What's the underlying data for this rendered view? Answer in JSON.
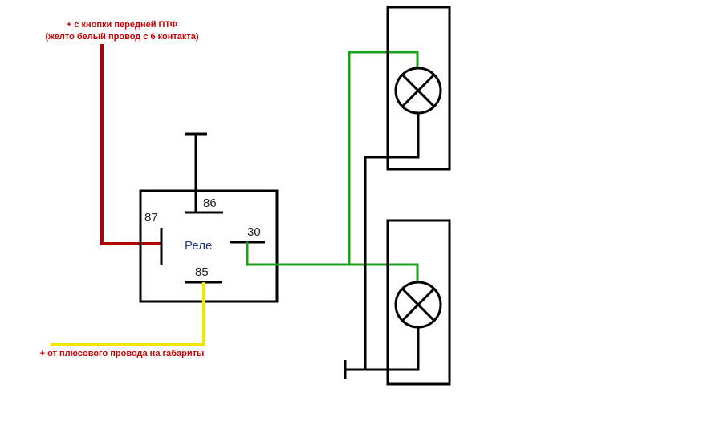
{
  "labels": {
    "top_line1": "+ с кнопки передней ПТФ",
    "top_line2": "(желто белый провод с 6 контакта)",
    "bottom_line": "+ от плюсового провода на габариты"
  },
  "relay": {
    "name": "Реле",
    "pin86": "86",
    "pin87": "87",
    "pin30": "30",
    "pin85": "85"
  },
  "colors": {
    "frame": "#000000",
    "red_wire": "#b30000",
    "green_wire": "#1aa01a",
    "yellow_wire": "#f2e600",
    "label_red": "#cc0000",
    "relay_text": "#1f3a93"
  },
  "icons": {
    "lamp": "lamp-cross-icon",
    "ground": "ground-icon"
  }
}
